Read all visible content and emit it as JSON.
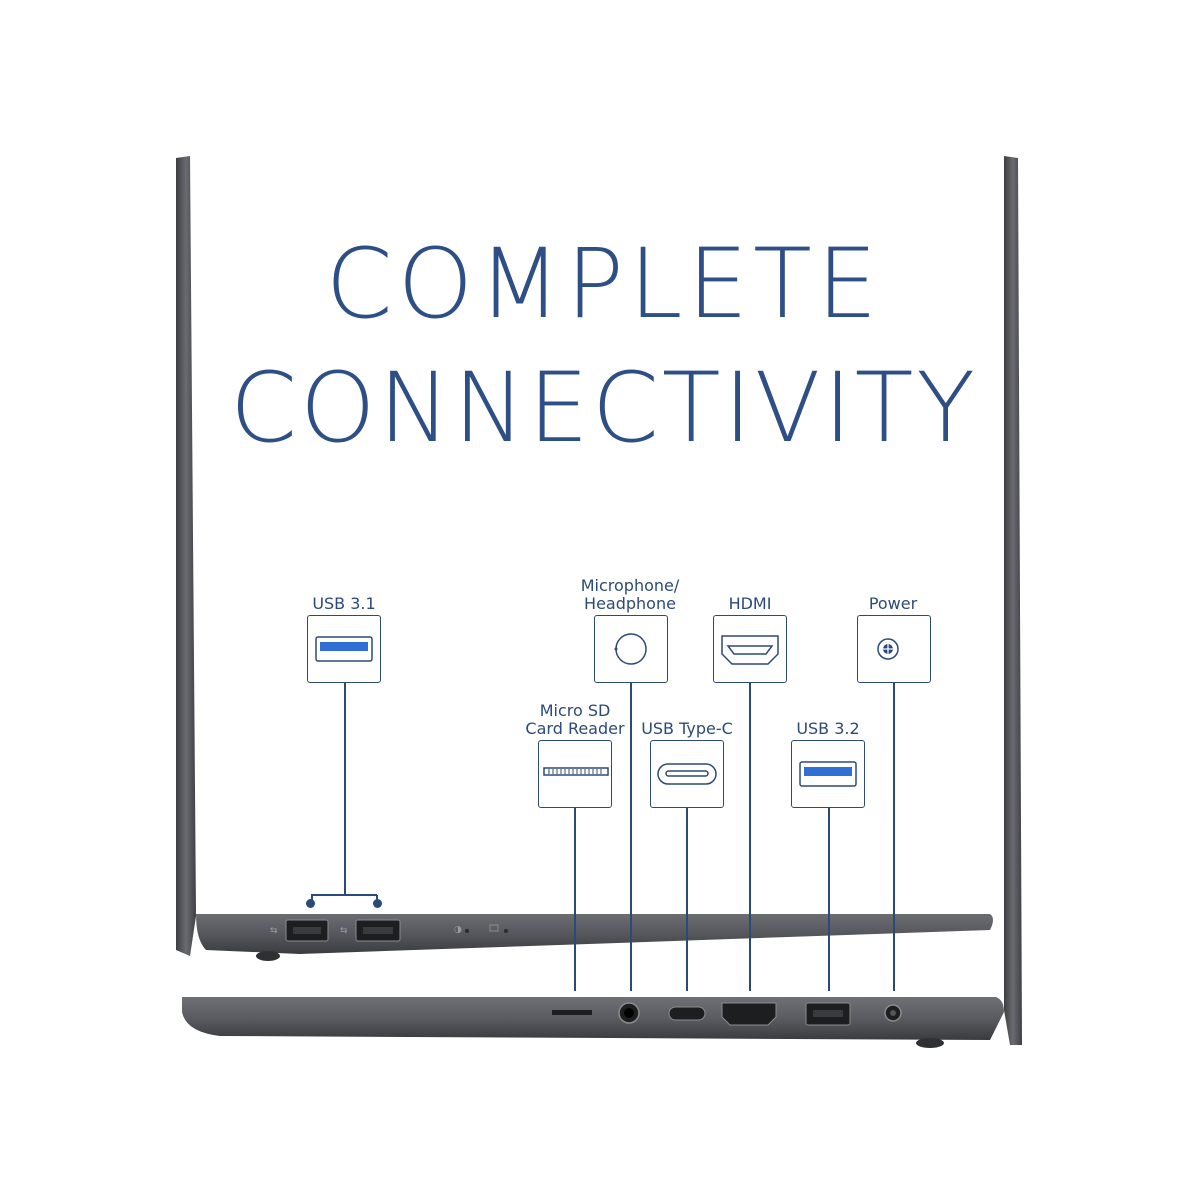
{
  "headline": {
    "line1": "COMPLETE",
    "line2": "CONNECTIVITY"
  },
  "ports": {
    "usb31": "USB 3.1",
    "mic_headphone_l1": "Microphone/",
    "mic_headphone_l2": "Headphone",
    "hdmi": "HDMI",
    "power": "Power",
    "microsd_l1": "Micro SD",
    "microsd_l2": "Card Reader",
    "usbc": "USB Type-C",
    "usb32": "USB 3.2"
  },
  "colors": {
    "headline": "#2e4f86",
    "label": "#2c4a78",
    "usb_blue": "#2f6fd6",
    "laptop_body": "#55565b"
  }
}
